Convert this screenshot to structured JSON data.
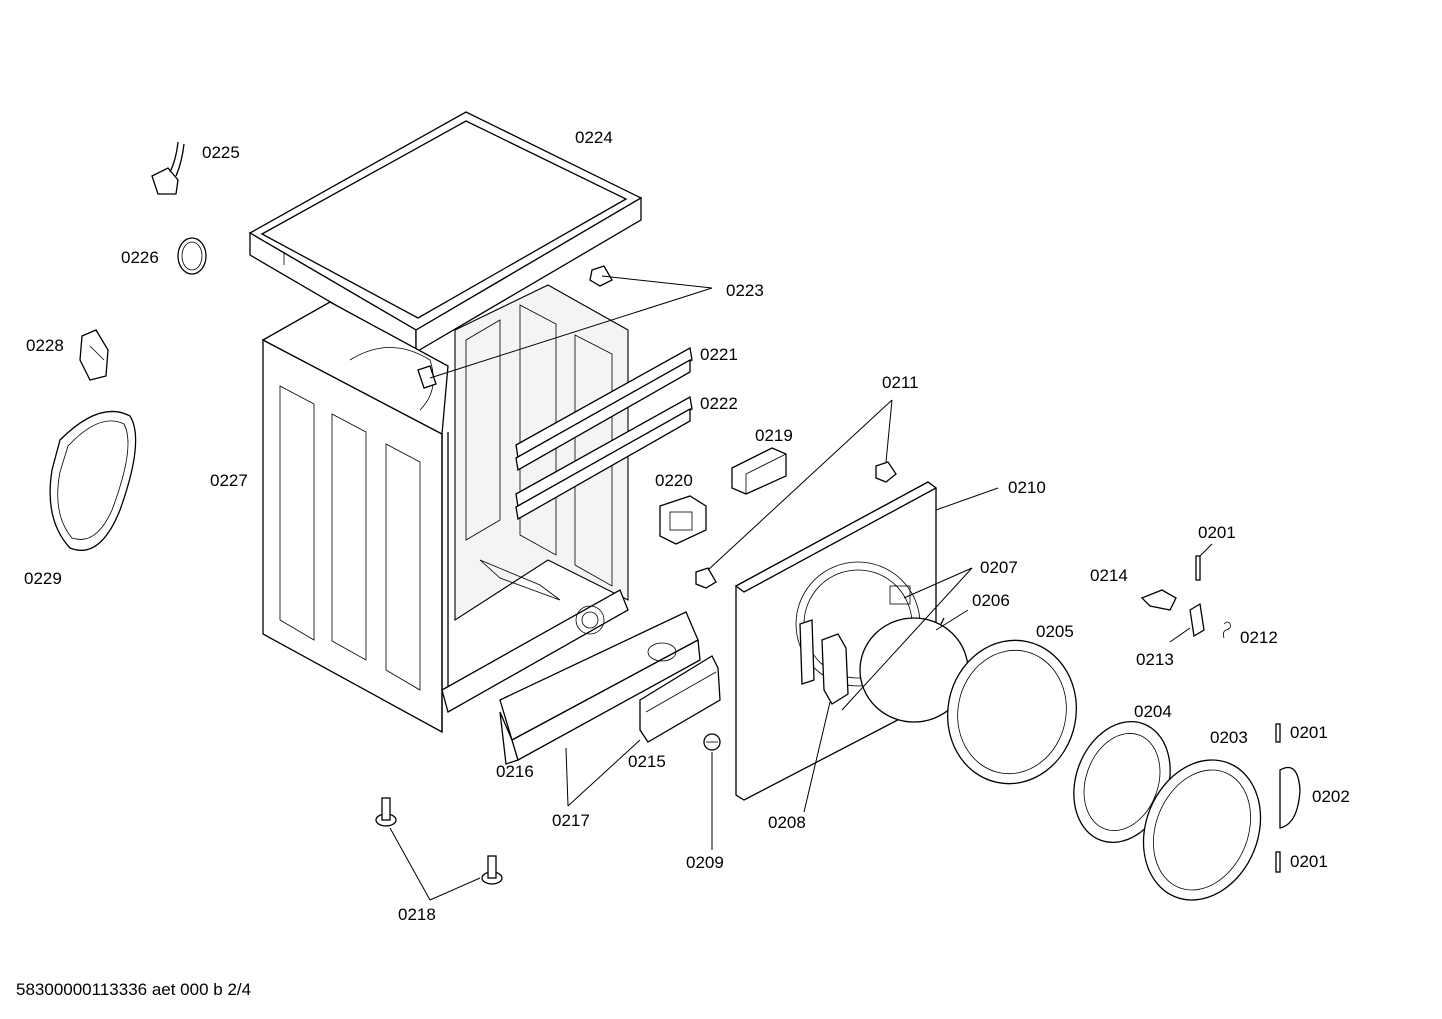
{
  "labels": {
    "p0201a": "0201",
    "p0201b": "0201",
    "p0201c": "0201",
    "p0202": "0202",
    "p0203": "0203",
    "p0204": "0204",
    "p0205": "0205",
    "p0206": "0206",
    "p0207": "0207",
    "p0208": "0208",
    "p0209": "0209",
    "p0210": "0210",
    "p0211": "0211",
    "p0212": "0212",
    "p0213": "0213",
    "p0214": "0214",
    "p0215": "0215",
    "p0216": "0216",
    "p0217": "0217",
    "p0218": "0218",
    "p0219": "0219",
    "p0220": "0220",
    "p0221": "0221",
    "p0222": "0222",
    "p0223": "0223",
    "p0224": "0224",
    "p0225": "0225",
    "p0226": "0226",
    "p0227": "0227",
    "p0228": "0228",
    "p0229": "0229"
  },
  "footer": "58300000113336 aet 000 b 2/4"
}
